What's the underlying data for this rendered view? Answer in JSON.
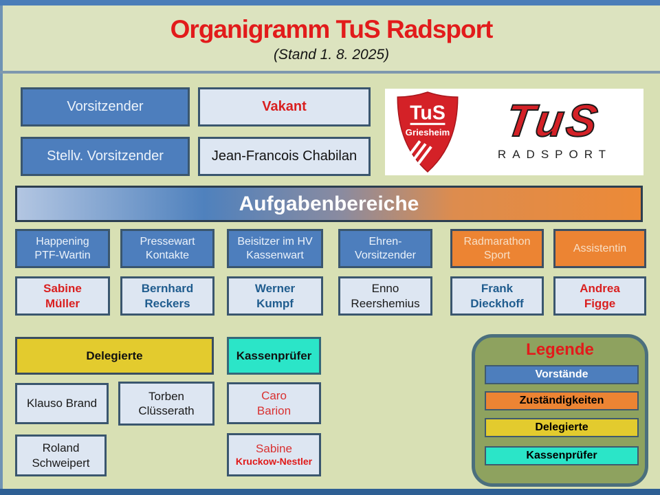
{
  "header": {
    "title": "Organigramm TuS Radsport",
    "subtitle": "(Stand 1. 8. 2025)"
  },
  "board": {
    "role1": "Vorsitzender",
    "holder1": "Vakant",
    "role2": "Stellv. Vorsitzender",
    "holder2": "Jean-Francois Chabilan"
  },
  "logos": {
    "shield_text": "TuS",
    "shield_subtext": "Griesheim",
    "wordmark_text": "TuS",
    "wordmark_subtext": "RADSPORT"
  },
  "banner": {
    "title": "Aufgabenbereiche"
  },
  "roles": [
    {
      "line1": "Happening",
      "line2": "PTF-Wartin",
      "category": "vorstand"
    },
    {
      "line1": "Pressewart",
      "line2": "Kontakte",
      "category": "vorstand"
    },
    {
      "line1": "Beisitzer im HV",
      "line2": "Kassenwart",
      "category": "vorstand"
    },
    {
      "line1": "Ehren-",
      "line2": "Vorsitzender",
      "category": "vorstand"
    },
    {
      "line1": "Radmarathon",
      "line2": "Sport",
      "category": "zustaendigkeit"
    },
    {
      "line1": "Assistentin",
      "line2": "",
      "category": "zustaendigkeit"
    }
  ],
  "people": [
    {
      "line1": "Sabine",
      "line2": "Müller",
      "emphasis": "red-bold"
    },
    {
      "line1": "Bernhard",
      "line2": "Reckers",
      "emphasis": "blue-bold"
    },
    {
      "line1": "Werner",
      "line2": "Kumpf",
      "emphasis": "blue-bold"
    },
    {
      "line1": "Enno",
      "line2": "Reershemius",
      "emphasis": "black"
    },
    {
      "line1": "Frank",
      "line2": "Dieckhoff",
      "emphasis": "blue-bold"
    },
    {
      "line1": "Andrea",
      "line2": "Figge",
      "emphasis": "red-bold"
    }
  ],
  "groups": {
    "delegierte": "Delegierte",
    "kassenpruefer": "Kassenprüfer"
  },
  "delegierte_members": [
    {
      "line1": "Klauso Brand",
      "line2": ""
    },
    {
      "line1": "Torben",
      "line2": "Clüsserath"
    },
    {
      "line1": "Roland",
      "line2": "Schweipert"
    }
  ],
  "kassenpruefer_members": [
    {
      "line1": "Caro",
      "line2": "Barion"
    },
    {
      "line1": "Sabine",
      "line2": "Kruckow-Nestler"
    }
  ],
  "legend": {
    "title": "Legende",
    "items": [
      {
        "label": "Vorstände",
        "color": "#4d7ebd",
        "text_color": "#ffffff"
      },
      {
        "label": "Zuständigkeiten",
        "color": "#ec8433",
        "text_color": "#111111"
      },
      {
        "label": "Delegierte",
        "color": "#e3cb2e",
        "text_color": "#111111"
      },
      {
        "label": "Kassenprüfer",
        "color": "#2be5c8",
        "text_color": "#111111"
      }
    ]
  },
  "colors": {
    "background": "#d8e0b4",
    "frame_blue": "#4a7db8",
    "bottom_bar": "#2e5f94",
    "accent_red": "#e21b1b",
    "box_blue": "#4d7ebd",
    "box_light": "#dde6f2",
    "box_orange": "#ec8433",
    "box_yellow": "#e3cb2e",
    "box_teal": "#2be5c8",
    "logo_red": "#d42127"
  }
}
